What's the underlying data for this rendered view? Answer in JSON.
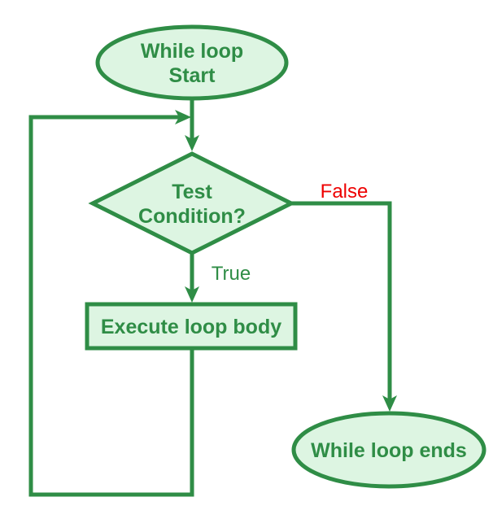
{
  "diagram": {
    "type": "flowchart",
    "topic": "While loop flow",
    "colors": {
      "stroke": "#2f8d46",
      "fill": "#ddf5e2",
      "text": "#2f8d46",
      "false_label": "#ee0000",
      "background": "#ffffff"
    },
    "nodes": {
      "start": {
        "shape": "ellipse",
        "line1": "While loop",
        "line2": "Start"
      },
      "condition": {
        "shape": "diamond",
        "line1": "Test",
        "line2": "Condition?"
      },
      "body": {
        "shape": "rectangle",
        "label": "Execute loop body"
      },
      "end": {
        "shape": "ellipse",
        "label": "While loop ends"
      }
    },
    "edges": {
      "true": {
        "label": "True"
      },
      "false": {
        "label": "False"
      }
    }
  }
}
